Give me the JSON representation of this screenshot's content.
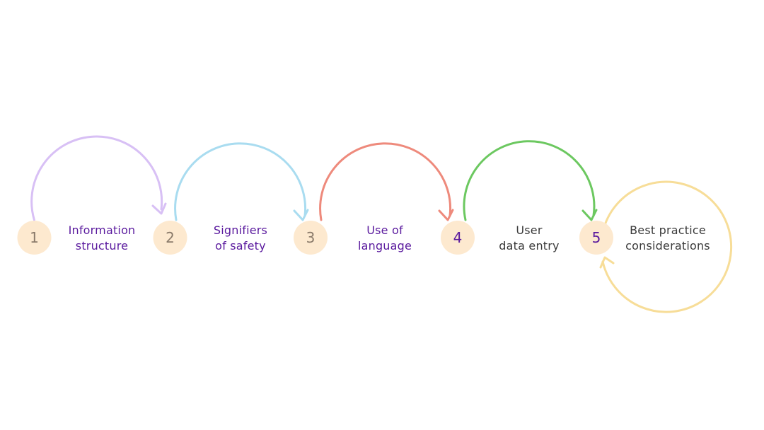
{
  "steps": [
    {
      "number": "1",
      "line1": "Information",
      "line2": "structure",
      "ring_color": "#d8c0f5",
      "label_color": "#5a1a9e",
      "number_color": "#8a7a6a"
    },
    {
      "number": "2",
      "line1": "Signifiers",
      "line2": "of safety",
      "ring_color": "#a9dcf0",
      "label_color": "#5a1a9e",
      "number_color": "#8a7a6a"
    },
    {
      "number": "3",
      "line1": "Use of",
      "line2": "language",
      "ring_color": "#ee8a7c",
      "label_color": "#5a1a9e",
      "number_color": "#8a7a6a"
    },
    {
      "number": "4",
      "line1": "User",
      "line2": "data entry",
      "ring_color": "#6cc860",
      "label_color": "#3a3a3a",
      "number_color": "#5a1a9e"
    },
    {
      "number": "5",
      "line1": "Best practice",
      "line2": "considerations",
      "ring_color": "#f7dd98",
      "label_color": "#3a3a3a",
      "number_color": "#5a1a9e"
    }
  ],
  "badge_color": "#fde9cf"
}
